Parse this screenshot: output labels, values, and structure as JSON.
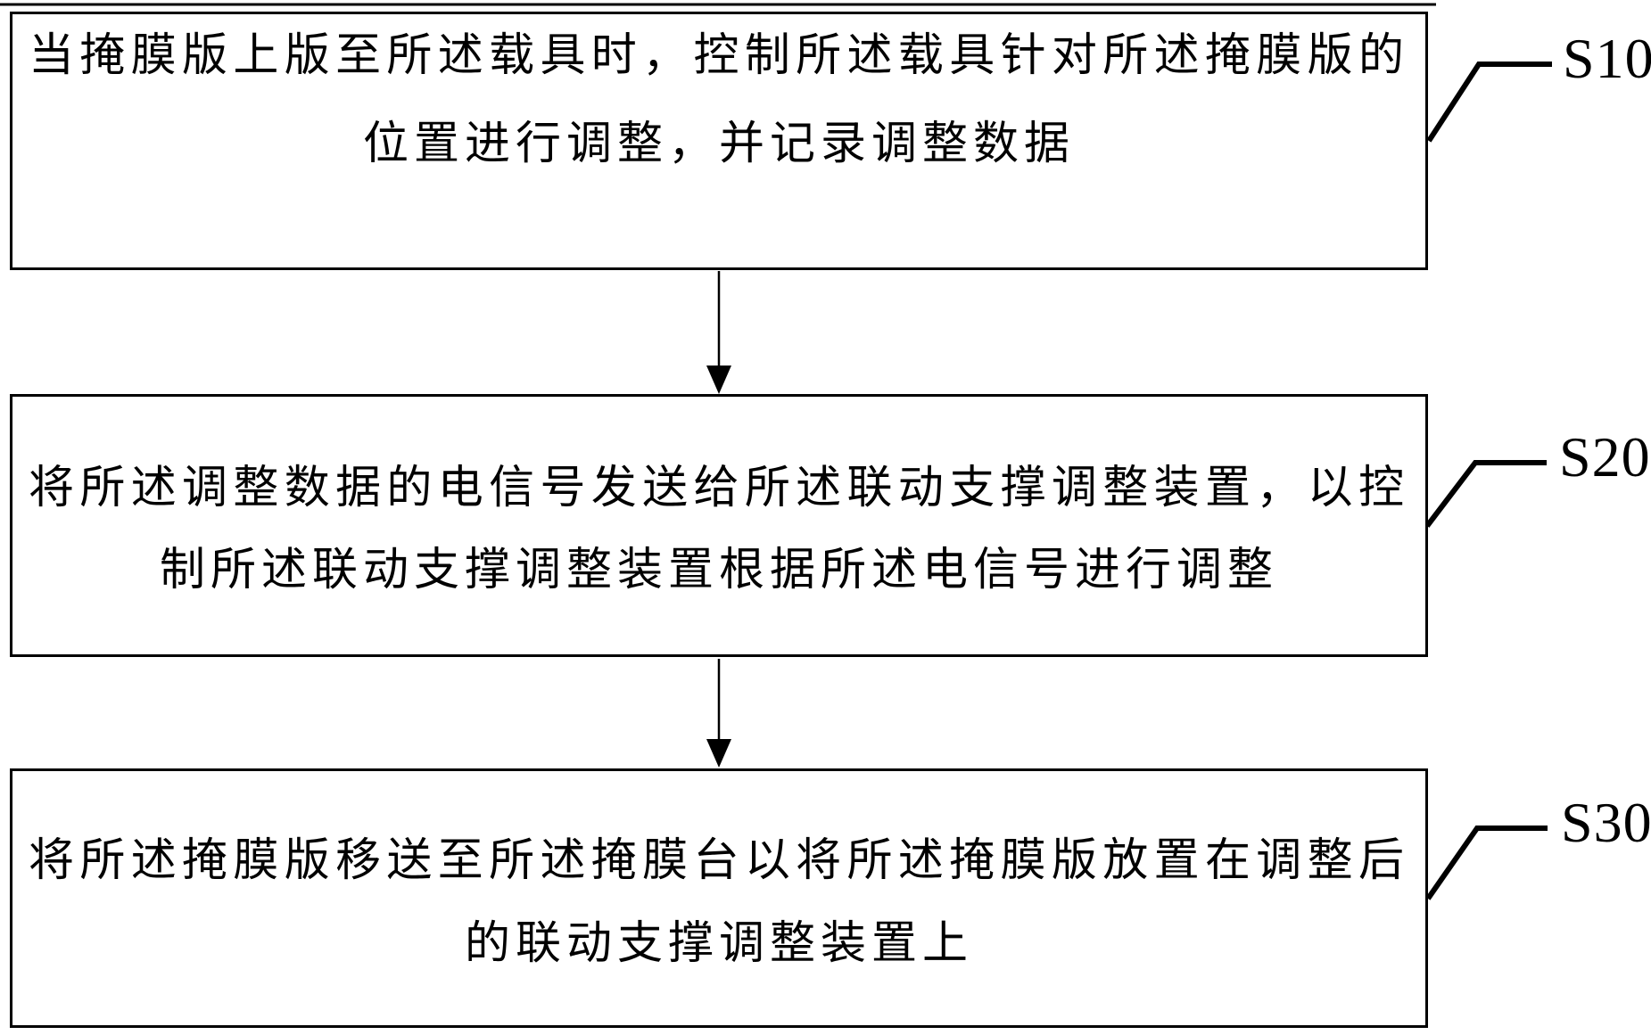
{
  "figure": {
    "background_color": "#ffffff",
    "ink_color": "#000000",
    "steps": [
      {
        "label": "S10",
        "line1": "当掩膜版上版至所述载具时，控制所述载具针对所述掩膜版的",
        "line2": "位置进行调整，并记录调整数据"
      },
      {
        "label": "S20",
        "line1": "将所述调整数据的电信号发送给所述联动支撑调整装置，以控",
        "line2": "制所述联动支撑调整装置根据所述电信号进行调整"
      },
      {
        "label": "S30",
        "line1": "将所述掩膜版移送至所述掩膜台以将所述掩膜版放置在调整后",
        "line2": "的联动支撑调整装置上"
      }
    ]
  }
}
